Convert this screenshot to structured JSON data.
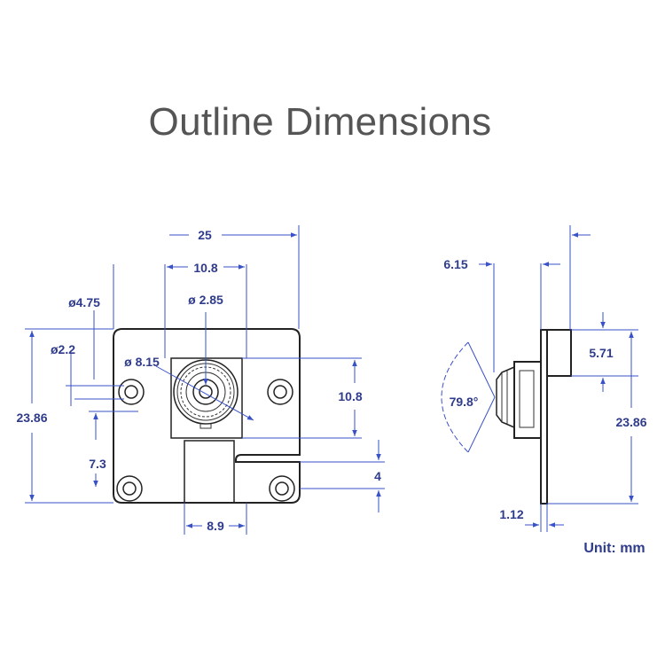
{
  "title": "Outline Dimensions",
  "unit_label": "Unit: mm",
  "front_view": {
    "width_total": "25",
    "lens_holder_width": "10.8",
    "mount_hole_dia": "ø4.75",
    "small_hole_dia": "ø2.2",
    "lens_aperture_dia": "ø 2.85",
    "lens_outer_dia": "ø 8.15",
    "height_total": "23.86",
    "lens_holder_height": "10.8",
    "lower_offset": "7.3",
    "bottom_gap": "4",
    "connector_width": "8.9"
  },
  "side_view": {
    "lens_height": "6.15",
    "fov_angle": "79.8°",
    "module_height": "5.71",
    "height_total": "23.86",
    "board_thickness": "1.12"
  }
}
